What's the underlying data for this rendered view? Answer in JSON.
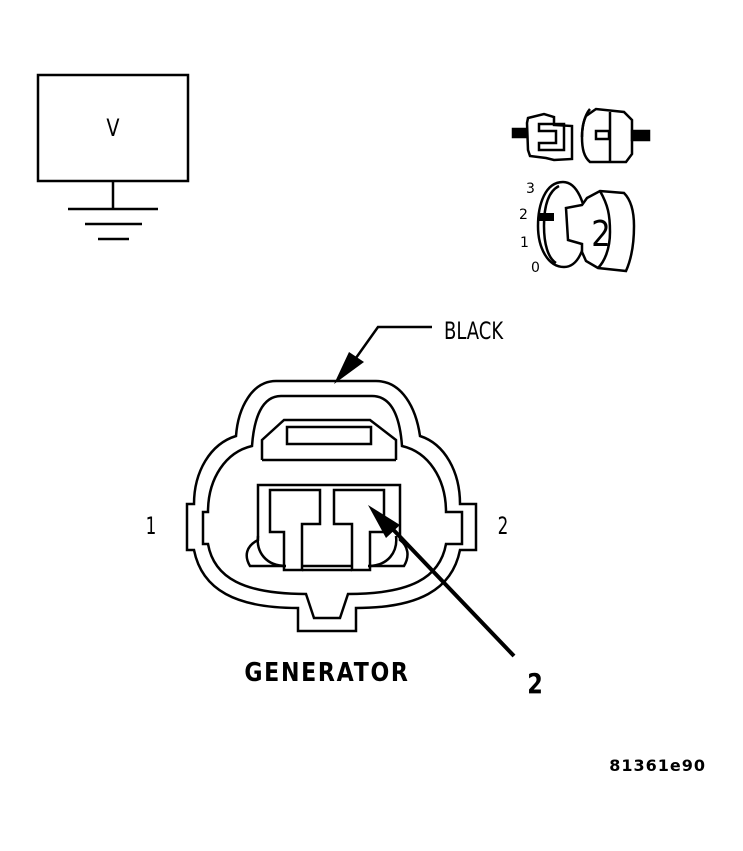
{
  "meter": {
    "label": "V"
  },
  "ignition": {
    "positions": [
      "3",
      "2",
      "1",
      "0"
    ],
    "key_label": "2"
  },
  "connector": {
    "color_label": "BLACK",
    "pin_left": "1",
    "pin_right": "2",
    "callout_label": "2",
    "name": "GENERATOR"
  },
  "figure_id": "81361e90"
}
